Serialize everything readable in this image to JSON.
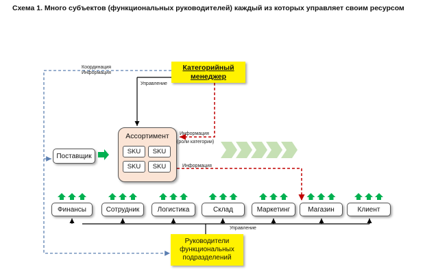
{
  "title": "Схема 1. Много субъектов (функциональных руководителей) каждый из которых управляет своим ресурсом",
  "category_manager": {
    "line1": "Категорийный",
    "line2": "менеджер"
  },
  "assortment": {
    "label": "Ассортимент",
    "sku": [
      "SKU",
      "SKU",
      "SKU",
      "SKU"
    ]
  },
  "supplier": "Поставщик",
  "labels": {
    "coordination": "Координация",
    "information": "Информация",
    "management_top": "Управление",
    "management_bottom": "Управление",
    "info_roles_1": "Информация",
    "info_roles_2": "(роли категории)",
    "info_bottom": "Информация"
  },
  "departments": [
    "Финансы",
    "Сотрудник",
    "Логистика",
    "Склад",
    "Маркетинг",
    "Магазин",
    "Клиент"
  ],
  "heads": {
    "line1": "Руководители",
    "line2": "функциональных",
    "line3": "подразделений"
  },
  "colors": {
    "yellow": "#fff200",
    "assortment": "#fbe4d5",
    "green": "#00b050",
    "red_dashed": "#c00000",
    "blue_dashed": "#5b7fb1"
  }
}
